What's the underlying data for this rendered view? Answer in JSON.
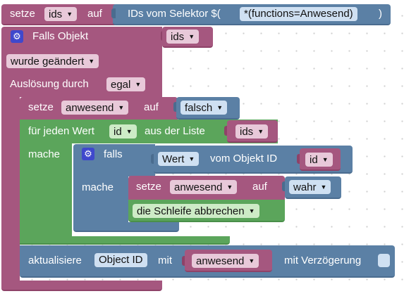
{
  "setze_ids": {
    "setze": "setze",
    "var": "ids",
    "auf": "auf"
  },
  "selector_block": {
    "label": "IDs vom Selektor $(",
    "pattern": "*(functions=Anwesend)",
    "close": ")"
  },
  "falls_objekt": {
    "label": "Falls Objekt",
    "var": "ids"
  },
  "condition": {
    "value": "wurde geändert"
  },
  "trigger": {
    "label": "Auslösung durch",
    "value": "egal"
  },
  "setze_anwesend": {
    "setze": "setze",
    "var": "anwesend",
    "auf": "auf",
    "value": "falsch"
  },
  "foreach": {
    "label1": "für jeden Wert",
    "var": "id",
    "label2": "aus der Liste",
    "list": "ids",
    "mache": "mache"
  },
  "if_block": {
    "falls": "falls",
    "mache": "mache"
  },
  "wert_block": {
    "wert": "Wert",
    "label": "vom Objekt ID",
    "id": "id"
  },
  "setze_inner": {
    "setze": "setze",
    "var": "anwesend",
    "auf": "auf",
    "value": "wahr"
  },
  "break_block": {
    "label": "die Schleife abbrechen"
  },
  "update_block": {
    "label": "aktualisiere",
    "object_id": "Object ID",
    "mit": "mit",
    "var": "anwesend",
    "delay_label": "mit Verzögerung"
  },
  "icons": {
    "gear": "gear-icon",
    "dropdown": "dropdown-arrow-icon"
  },
  "colors": {
    "pink": "#a5577f",
    "blue": "#5b80a5",
    "green": "#5ba55b",
    "gear": "#3f48cc"
  }
}
